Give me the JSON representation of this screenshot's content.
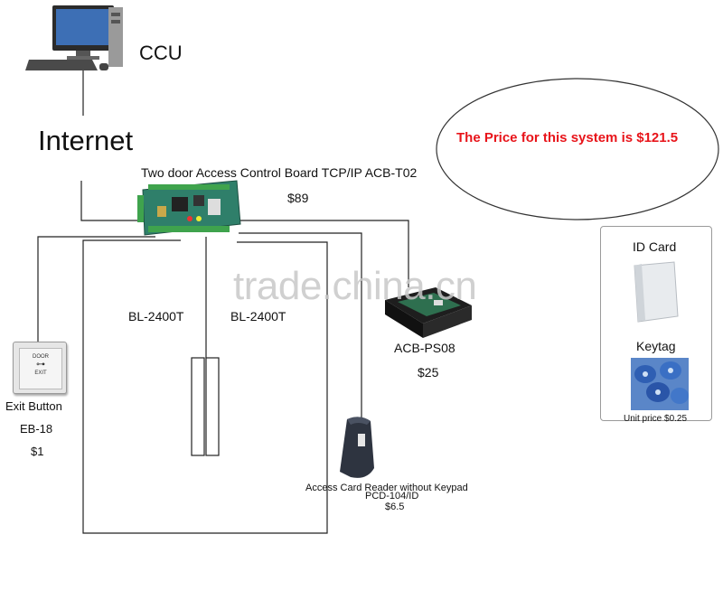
{
  "nodes": {
    "ccu": {
      "label": "CCU"
    },
    "internet": {
      "label": "Internet"
    },
    "board": {
      "title": "Two door Access Control Board TCP/IP ACB-T02",
      "price": "$89"
    },
    "lock_left": {
      "label": "BL-2400T"
    },
    "lock_right": {
      "label": "BL-2400T"
    },
    "power_supply": {
      "model": "ACB-PS08",
      "price": "$25"
    },
    "exit_button": {
      "name": "Exit Button",
      "model": "EB-18",
      "price": "$1",
      "plate_top": "DOOR",
      "plate_bottom": "EXIT"
    },
    "card_reader": {
      "name": "Access Card Reader without Keypad",
      "model": "PCD-104/ID",
      "price": "$6.5"
    },
    "accessories": {
      "id_card": "ID Card",
      "keytag": "Keytag",
      "unit_price": "Unit price $0.25"
    }
  },
  "callout": {
    "price_text": "The Price for this system is $121.5",
    "color": "#e8141a"
  },
  "watermark": "trade.china.cn",
  "edges": [
    {
      "from": "ccu",
      "to": "internet"
    },
    {
      "from": "internet",
      "to": "board"
    },
    {
      "from": "board",
      "to": "power_supply"
    },
    {
      "from": "board",
      "to": "exit_button"
    },
    {
      "from": "board",
      "to": "lock_left"
    },
    {
      "from": "board",
      "to": "lock_right"
    },
    {
      "from": "board",
      "to": "card_reader"
    }
  ]
}
